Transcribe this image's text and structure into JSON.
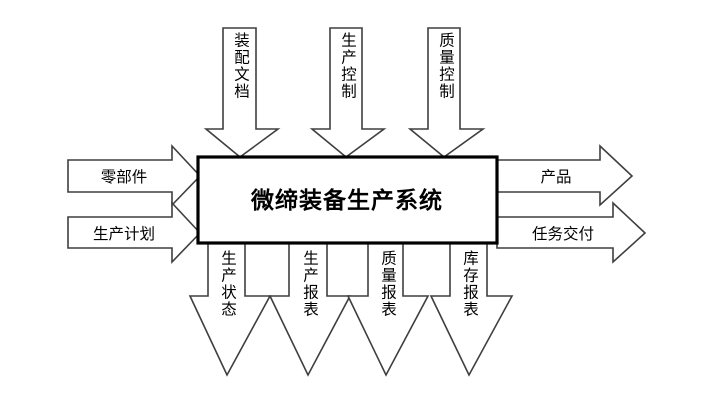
{
  "diagram": {
    "type": "idef0-context-diagram",
    "title": "微缔装备生产系统",
    "background_color": "#ffffff",
    "box_border_color": "#000000",
    "arrow_border_color": "#3f3f3f",
    "arrow_fill_color": "#ffffff",
    "system": {
      "label": "微缔装备生产系统"
    },
    "controls_top": [
      {
        "label": "装配文档"
      },
      {
        "label": "生产控制"
      },
      {
        "label": "质量控制"
      }
    ],
    "inputs_left": [
      {
        "label": "零部件"
      },
      {
        "label": "生产计划"
      }
    ],
    "outputs_right": [
      {
        "label": "产品"
      },
      {
        "label": "任务交付"
      }
    ],
    "outputs_bottom": [
      {
        "label": "生产状态"
      },
      {
        "label": "生产报表"
      },
      {
        "label": "质量报表"
      },
      {
        "label": "库存报表"
      }
    ]
  }
}
